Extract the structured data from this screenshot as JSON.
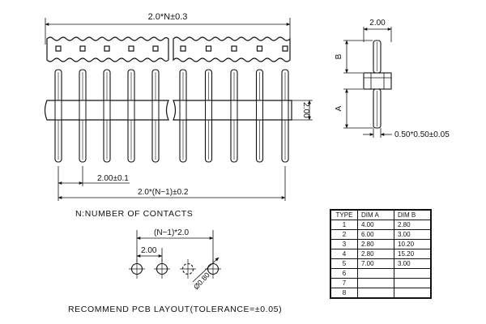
{
  "top_view": {
    "overall_length_label": "2.0*N±0.3"
  },
  "front_view": {
    "pitch_label": "2.00±0.1",
    "span_label": "2.0*(N−1)±0.2",
    "height_label": "2.00"
  },
  "side_view": {
    "width_label": "2.00",
    "dim_b_letter": "B",
    "dim_a_letter": "A",
    "pin_label": "0.50*0.50±0.05"
  },
  "legend": "N:NUMBER  OF  CONTACTS",
  "pcb_layout": {
    "span_label": "(N−1)*2.0",
    "pitch_label": "2.00",
    "hole_label": "Ø0.80",
    "caption": "RECOMMEND  PCB  LAYOUT(TOLERANCE=±0.05)"
  },
  "dimension_table": {
    "headers": [
      "TYPE",
      "DIM  A",
      "DIM  B"
    ],
    "rows": [
      [
        "1",
        "4.00",
        "2.80"
      ],
      [
        "2",
        "6.00",
        "3.00"
      ],
      [
        "3",
        "2.80",
        "10.20"
      ],
      [
        "4",
        "2.80",
        "15.20"
      ],
      [
        "5",
        "7.00",
        "3.00"
      ],
      [
        "6",
        "",
        ""
      ],
      [
        "7",
        "",
        ""
      ],
      [
        "8",
        "",
        ""
      ]
    ]
  }
}
